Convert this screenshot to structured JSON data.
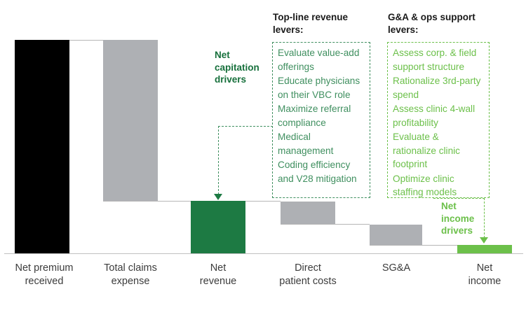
{
  "chart_data": {
    "type": "bar",
    "title": "",
    "subtitle": "",
    "xlabel": "",
    "ylabel": "",
    "grid": false,
    "legend": "none",
    "chart_style": "waterfall",
    "categories": [
      "Net premium received",
      "Total claims expense",
      "Net revenue",
      "Direct patient costs",
      "SG&A",
      "Net income"
    ],
    "category_labels": [
      {
        "line1": "Net premium",
        "line2": "received"
      },
      {
        "line1": "Total claims",
        "line2": "expense"
      },
      {
        "line1": "Net",
        "line2": "revenue"
      },
      {
        "line1": "Direct",
        "line2": "patient costs"
      },
      {
        "line1": "SG&A",
        "line2": ""
      },
      {
        "line1": "Net",
        "line2": "income"
      }
    ],
    "values": [
      100,
      -75.5,
      24.5,
      -10.5,
      -9.5,
      4
    ],
    "bar_types": [
      "total",
      "decrease",
      "subtotal",
      "decrease",
      "decrease",
      "total"
    ],
    "bar_colors": [
      "#000000",
      "#aeb0b4",
      "#1d7a43",
      "#aeb0b4",
      "#aeb0b4",
      "#6cc04a"
    ],
    "cumulative_top": [
      100,
      100,
      24.5,
      24.5,
      14,
      4
    ],
    "cumulative_bottom": [
      0,
      24.5,
      0,
      14,
      4.5,
      0
    ],
    "ylim": [
      0,
      100
    ]
  },
  "annotations": {
    "revenue_levers": {
      "heading_line1": "Top-line revenue",
      "heading_line2": "levers:",
      "items": [
        "Evaluate value-add offerings",
        "Educate physicians on their VBC role",
        "Maximize referral compliance",
        "Medical management",
        "Coding efficiency and V28 mitigation"
      ]
    },
    "ops_levers": {
      "heading_line1": "G&A & ops support",
      "heading_line2": "levers:",
      "items": [
        "Assess corp. & field support structure",
        "Rationalize 3rd-party spend",
        "Assess clinic 4-wall profitability",
        "Evaluate & rationalize clinic footprint",
        "Optimize clinic staffing models"
      ]
    }
  },
  "callouts": {
    "net_capitation": {
      "line1": "Net",
      "line2": "capitation",
      "line3": "drivers"
    },
    "net_income": {
      "line1": "Net",
      "line2": "income",
      "line3": "drivers"
    }
  },
  "colors": {
    "total_bar": "#000000",
    "negative_bar": "#aeb0b4",
    "subtotal_bar": "#1d7a43",
    "result_bar": "#6cc04a",
    "accent_dark_green": "#3f8f5f",
    "accent_light_green": "#6cc04a",
    "label_text": "#3c3c3c",
    "heading_text": "#1a1a1a",
    "baseline": "#c0c0c0"
  }
}
